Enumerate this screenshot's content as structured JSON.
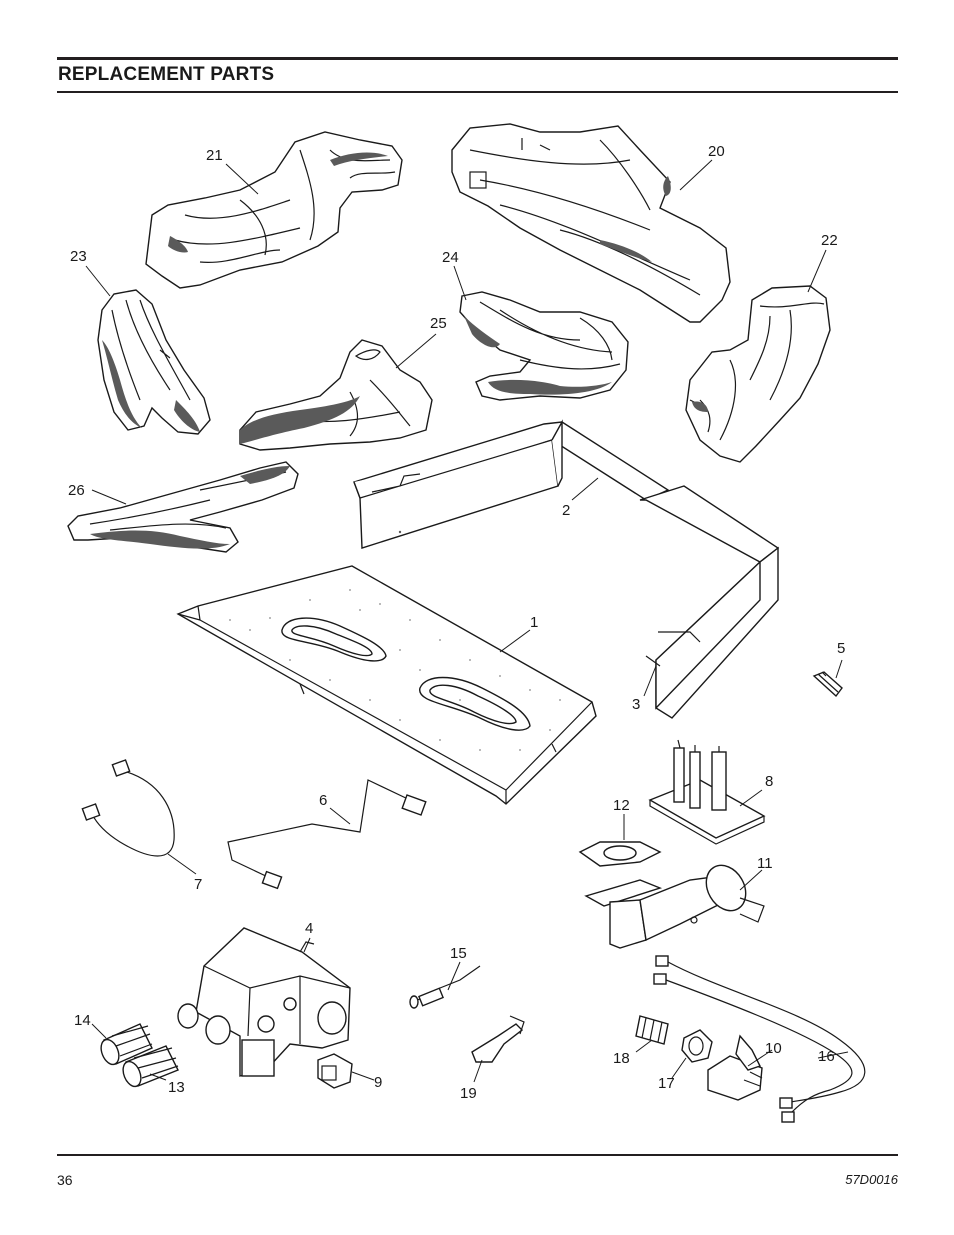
{
  "section_title": "REPLACEMENT PARTS",
  "page_number": "36",
  "document_code": "57D0016",
  "callouts": [
    "1",
    "2",
    "3",
    "4",
    "5",
    "6",
    "7",
    "8",
    "9",
    "10",
    "11",
    "12",
    "13",
    "14",
    "15",
    "16",
    "17",
    "18",
    "19",
    "20",
    "21",
    "22",
    "23",
    "24",
    "25",
    "26"
  ]
}
